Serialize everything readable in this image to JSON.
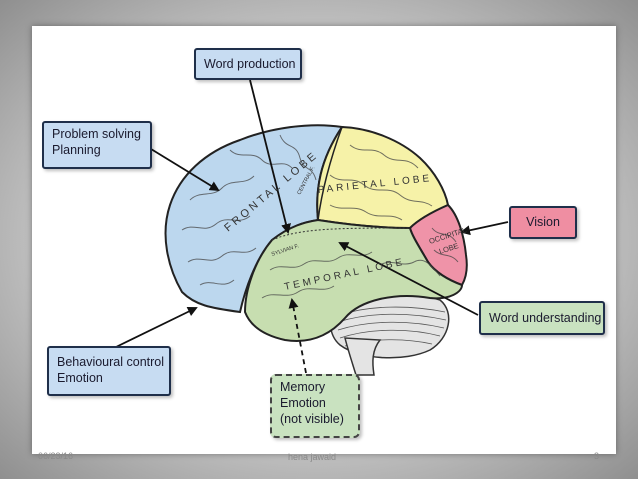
{
  "boxes": {
    "word_production": "Word production",
    "problem_solving": [
      "Problem solving",
      "Planning"
    ],
    "vision": "Vision",
    "word_understanding": "Word understanding",
    "behavioural": [
      "Behavioural control",
      "Emotion"
    ],
    "memory": [
      "Memory",
      "Emotion",
      "(not visible)"
    ]
  },
  "brain_labels": {
    "frontal": "FRONTAL LOBE",
    "parietal": "PARIETAL LOBE",
    "temporal": "TEMPORAL LOBE",
    "occipital": [
      "OCCIPITAL",
      "LOBE"
    ],
    "sylvian": "SYLVIAN F.",
    "central": "CENTRAL F."
  },
  "footer": {
    "date": "06/23/16",
    "author": "hena jawaid",
    "page": "3"
  },
  "colors": {
    "frontal": "#bcd7ee",
    "parietal": "#f6f2a8",
    "temporal": "#c7deb0",
    "occipital": "#ef93a8",
    "cerebellum": "#e4e4e4",
    "box_blue": "#c7dcf2",
    "box_pink": "#ef8ea2",
    "box_green": "#c9e2c0"
  }
}
